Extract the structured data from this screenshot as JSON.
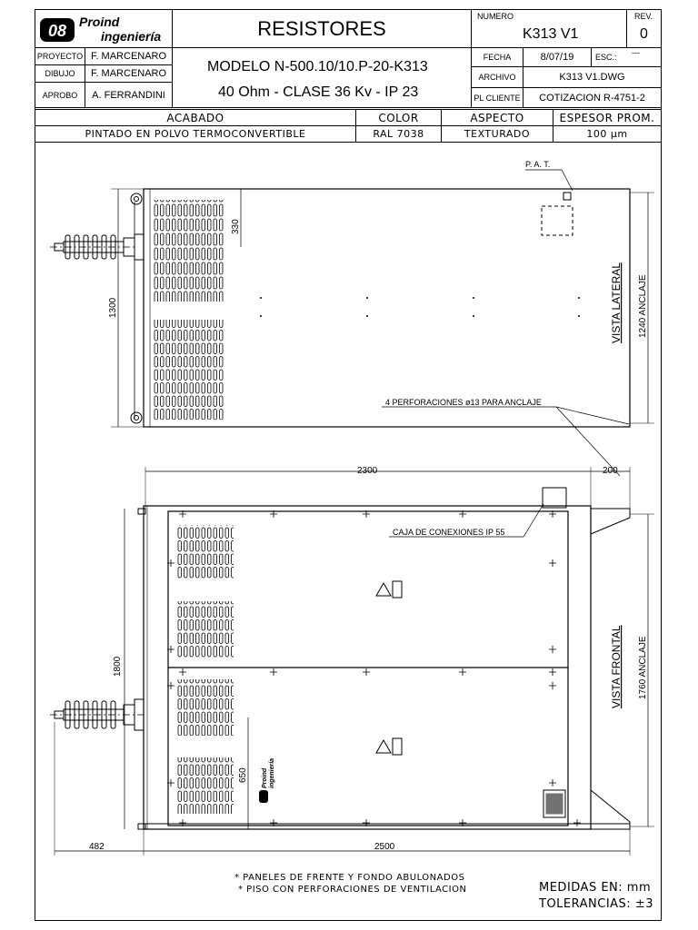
{
  "title_block": {
    "logo": {
      "line1": "Proind",
      "line2": "ingeniería"
    },
    "title": "RESISTORES",
    "numero_label": "NUMERO",
    "numero_value": "K313 V1",
    "rev_label": "REV.",
    "rev_value": "0",
    "roles": [
      {
        "role": "PROYECTO",
        "name": "F. MARCENARO"
      },
      {
        "role": "DIBUJO",
        "name": "F. MARCENARO"
      },
      {
        "role": "APROBO",
        "name": "A. FERRANDINI"
      }
    ],
    "model_line1": "MODELO N-500.10/10.P-20-K313",
    "model_line2": "40 Ohm - CLASE 36 Kv - IP 23",
    "fecha_label": "FECHA",
    "fecha_value": "8/07/19",
    "esc_label": "ESC.:",
    "esc_value": "---",
    "archivo_label": "ARCHIVO",
    "archivo_value": "K313 V1.DWG",
    "pl_cliente_label": "PL CLIENTE",
    "pl_cliente_value": "COTIZACION R-4751-2"
  },
  "finish_table": {
    "headers": [
      "ACABADO",
      "COLOR",
      "ASPECTO",
      "ESPESOR PROM."
    ],
    "values": [
      "PINTADO EN POLVO TERMOCONVERTIBLE",
      "RAL 7038",
      "TEXTURADO",
      "100 µm"
    ]
  },
  "drawing": {
    "pat_label": "P. A. T.",
    "dim_330": "330",
    "dim_1300": "1300",
    "vista_lateral": "VISTA LATERAL",
    "dim_1240": "1240 ANCLAJE",
    "perforaciones": "4 PERFORACIONES ø13 PARA ANCLAJE",
    "dim_2300": "2300",
    "dim_200": "200",
    "caja": "CAJA DE CONEXIONES IP 55",
    "dim_1800": "1800",
    "vista_frontal": "VISTA FRONTAL",
    "dim_1760": "1760 ANCLAJE",
    "dim_650": "650",
    "dim_482": "482",
    "dim_2500": "2500",
    "panel_logo_line1": "Proind",
    "panel_logo_line2": "ingeniería"
  },
  "notes": [
    "* PANELES DE FRENTE Y FONDO ABULONADOS",
    "* PISO CON PERFORACIONES DE VENTILACION"
  ],
  "units": {
    "medidas": "MEDIDAS EN: mm",
    "tolerancias": "TOLERANCIAS: ±3"
  }
}
